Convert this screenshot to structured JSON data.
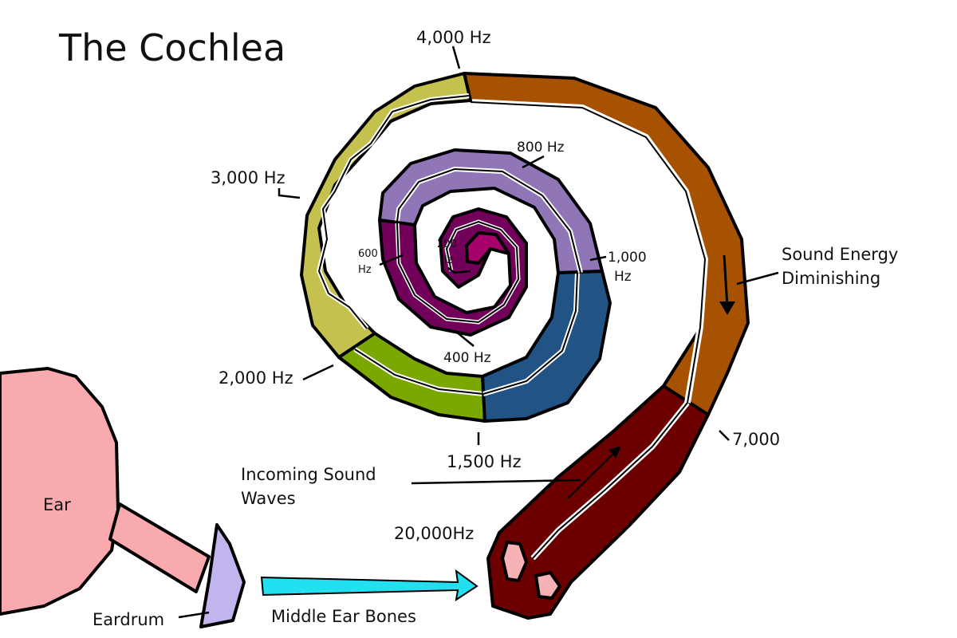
{
  "title": "The Cochlea",
  "labels": {
    "hz_4000": "4,000 Hz",
    "hz_3000": "3,000 Hz",
    "hz_2000": "2,000 Hz",
    "hz_1500": "1,500 Hz",
    "hz_1000_a": "1,000",
    "hz_1000_b": "Hz",
    "hz_800": "800 Hz",
    "hz_600_a": "600",
    "hz_600_b": "Hz",
    "hz_400": "400 Hz",
    "hz_200_a": "200",
    "hz_200_b": "Hz",
    "hz_7000": "7,000",
    "hz_20000": "20,000Hz",
    "sound_energy_a": "Sound Energy",
    "sound_energy_b": "Diminishing",
    "incoming_a": "Incoming Sound",
    "incoming_b": "Waves",
    "ear": "Ear",
    "eardrum": "Eardrum",
    "middle_ear": "Middle Ear Bones"
  },
  "colors": {
    "ear": "#f9aaae",
    "eardrum": "#c2b5ee",
    "arrow": "#22e0f0",
    "band_7000": "#a65200",
    "band_20000": "#6c0000",
    "band_4000": "#c5c14f",
    "band_2000": "#7aa700",
    "band_1500": "#215485",
    "band_800": "#9075b7",
    "band_400": "#72005b",
    "band_200": "#a6006a",
    "window": "#f6b2b4"
  }
}
